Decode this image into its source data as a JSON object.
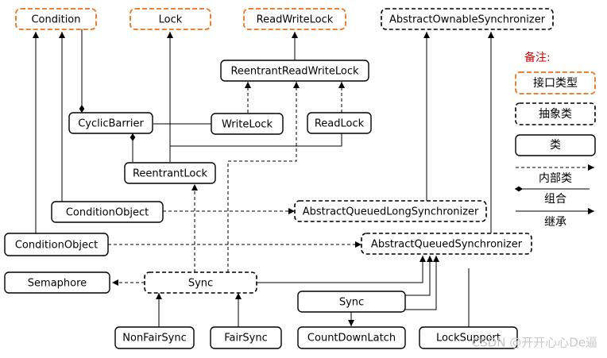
{
  "nodes": {
    "condition": "Condition",
    "lock": "Lock",
    "read_write_lock": "ReadWriteLock",
    "aos": "AbstractOwnableSynchronizer",
    "reentrant_rw_lock": "ReentrantReadWriteLock",
    "cyclic_barrier": "CyclicBarrier",
    "write_lock": "WriteLock",
    "read_lock": "ReadLock",
    "reentrant_lock": "ReentrantLock",
    "condition_object_long": "ConditionObject",
    "aqls": "AbstractQueuedLongSynchronizer",
    "condition_object": "ConditionObject",
    "aqs": "AbstractQueuedSynchronizer",
    "semaphore": "Semaphore",
    "sync": "Sync",
    "sync_latch": "Sync",
    "non_fair_sync": "NonFairSync",
    "fair_sync": "FairSync",
    "count_down_latch": "CountDownLatch",
    "lock_support": "LockSupport"
  },
  "legend": {
    "title": "备注:",
    "interface": "接口类型",
    "abstract_class": "抽象类",
    "class": "类",
    "inner_class": "内部类",
    "composition": "组合",
    "inheritance": "继承"
  },
  "watermark": "CSDN @开开心心De逼",
  "colors": {
    "interface_border": "#f08030",
    "line": "#000000",
    "legend_title": "#d00000"
  }
}
